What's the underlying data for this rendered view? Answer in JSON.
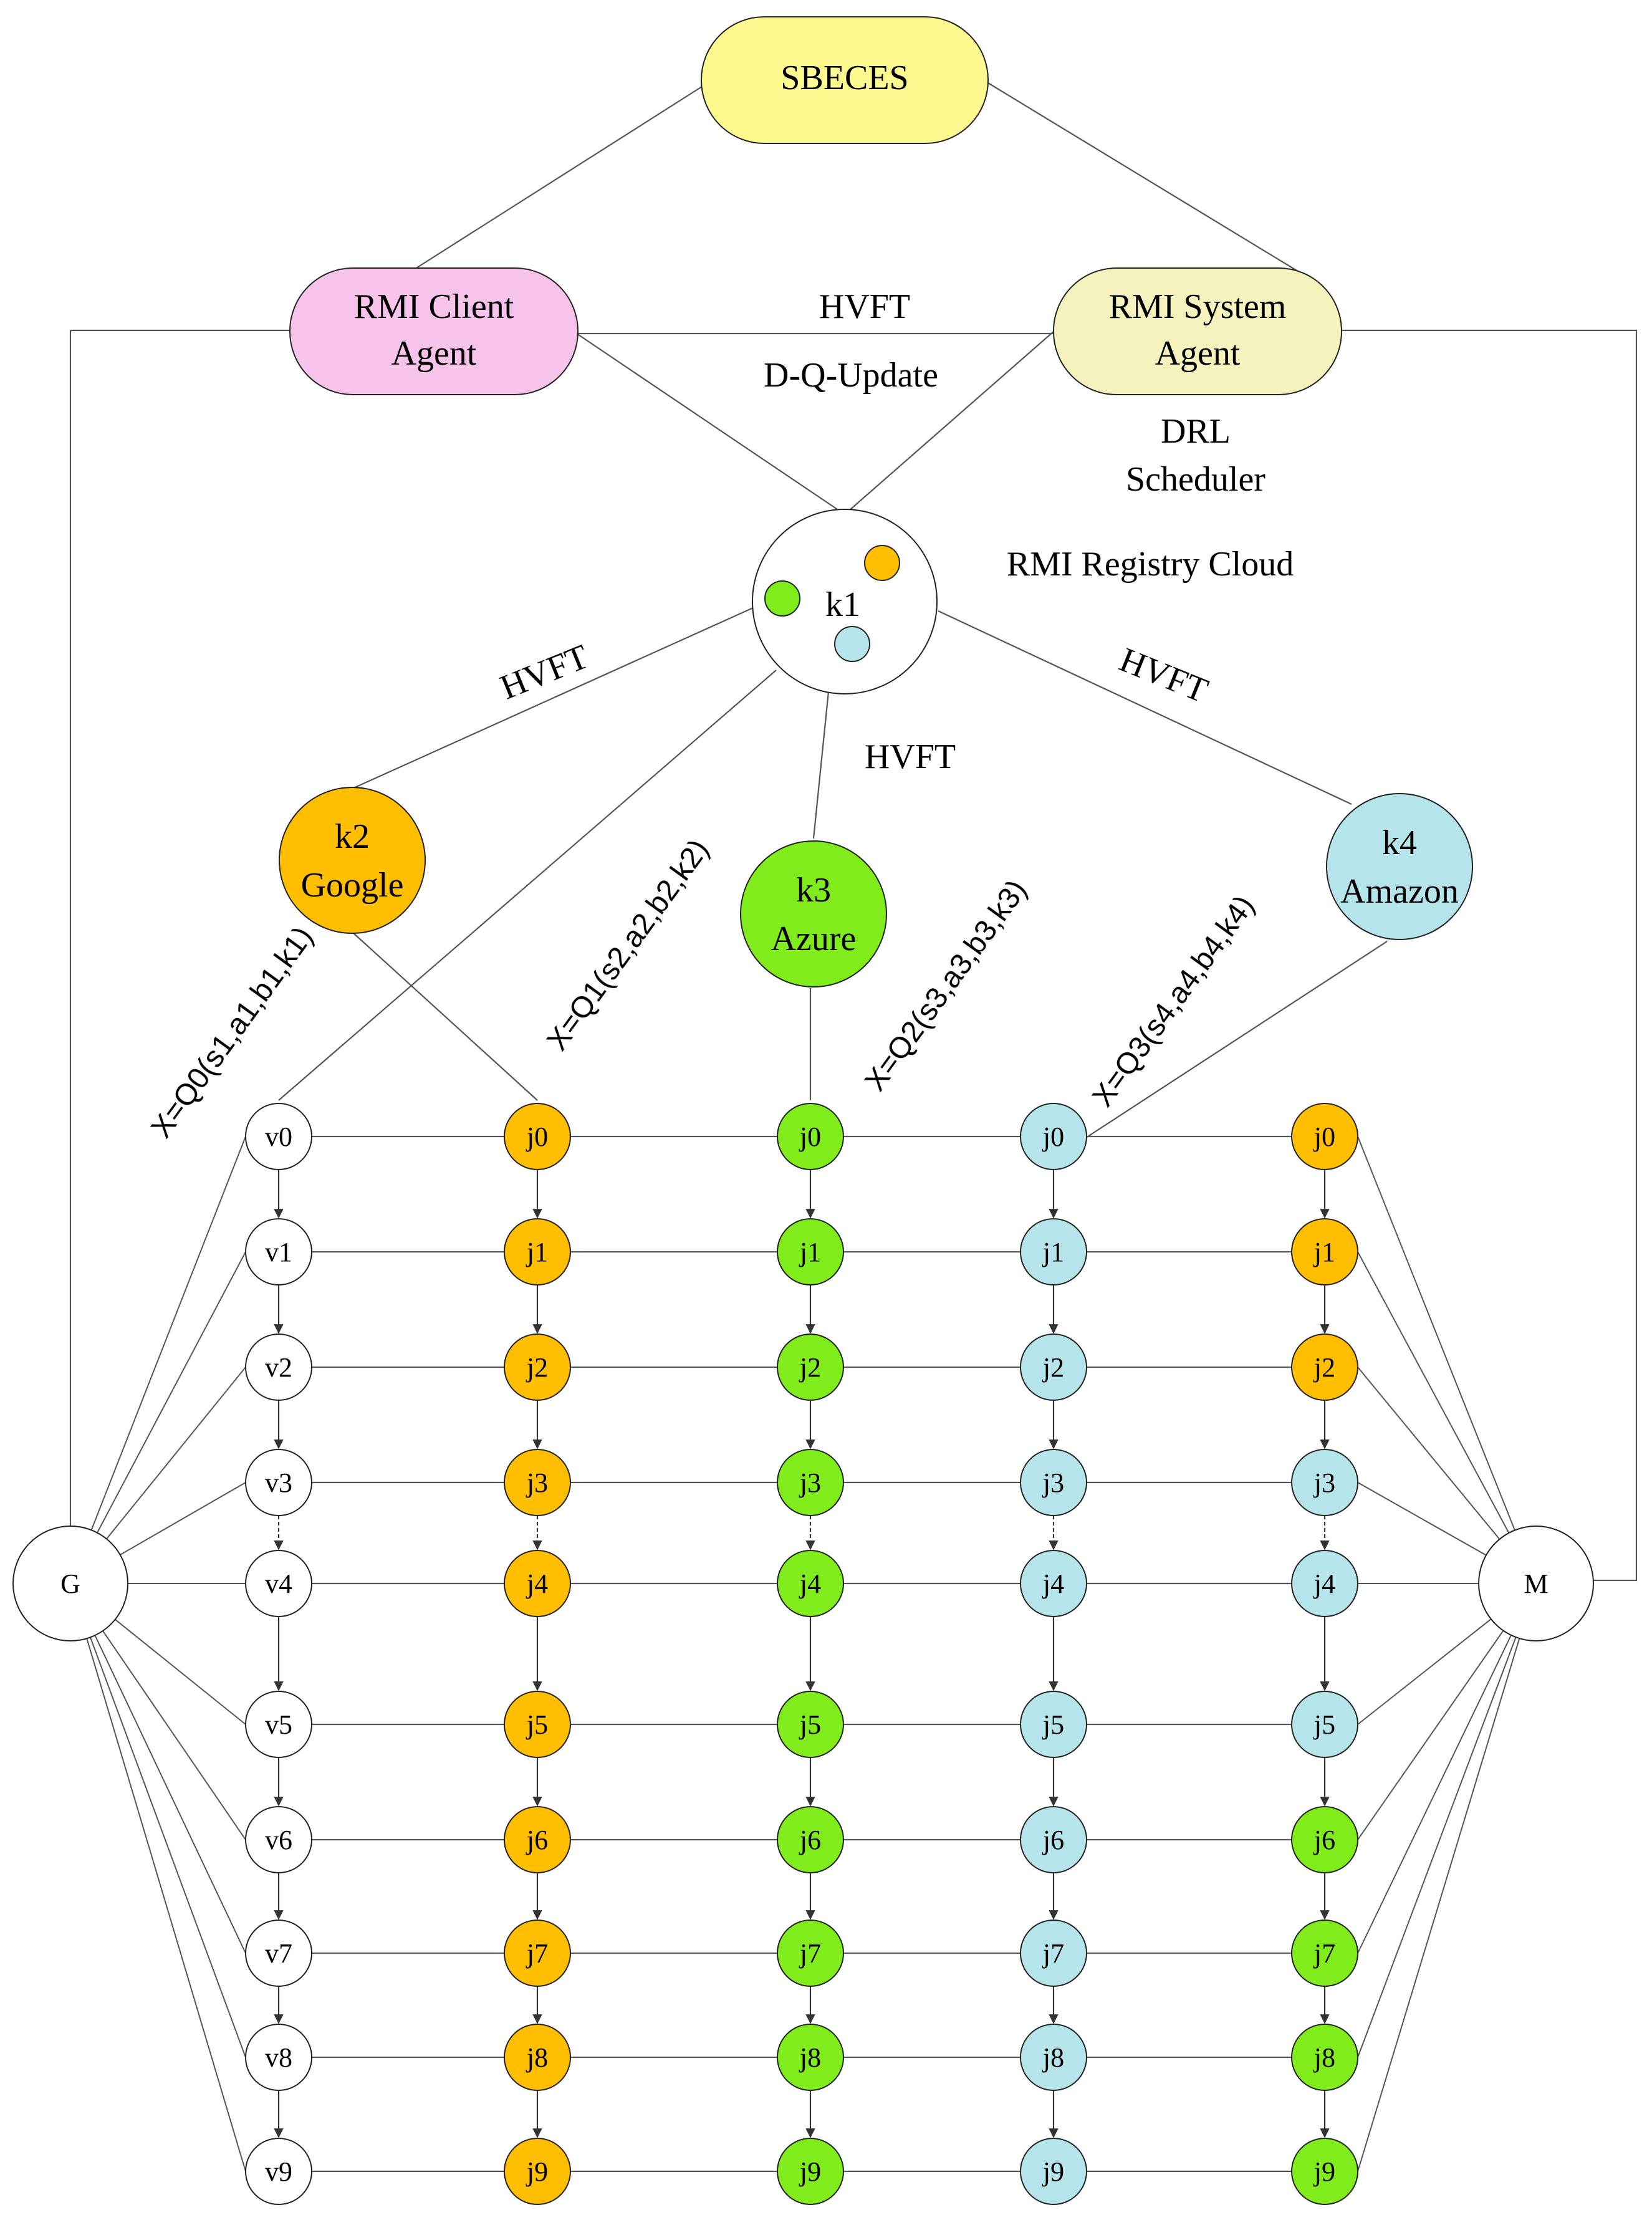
{
  "top": {
    "sbeces_label": "SBECES"
  },
  "agents": {
    "client_line1": "RMI Client",
    "client_line2": "Agent",
    "system_line1": "RMI System",
    "system_line2": "Agent"
  },
  "labels": {
    "hvft_top": "HVFT",
    "dq_update": "D-Q-Update",
    "drl_line1": "DRL",
    "drl_line2": "Scheduler",
    "registry_cloud": "RMI Registry Cloud",
    "hvft_left": "HVFT",
    "hvft_mid": "HVFT",
    "hvft_right": "HVFT"
  },
  "registry": {
    "label": "k1"
  },
  "clouds": {
    "k2": {
      "id": "k2",
      "name": "Google"
    },
    "k3": {
      "id": "k3",
      "name": "Azure"
    },
    "k4": {
      "id": "k4",
      "name": "Amazon"
    }
  },
  "q_labels": {
    "q0": "X=Q0(s1,a1,b1,k1)",
    "q1": "X=Q1(s2,a2,b2,k2)",
    "q2": "X=Q2(s3,a3,b3,k3)",
    "q3": "X=Q3(s4,a4,b4,k4)"
  },
  "endpoints": {
    "G": "G",
    "M": "M"
  },
  "columns": [
    {
      "name": "v",
      "labels": [
        "v0",
        "v1",
        "v2",
        "v3",
        "v4",
        "v5",
        "v6",
        "v7",
        "v8",
        "v9"
      ],
      "fills": [
        "white",
        "white",
        "white",
        "white",
        "white",
        "white",
        "white",
        "white",
        "white",
        "white"
      ]
    },
    {
      "name": "j-google",
      "labels": [
        "j0",
        "j1",
        "j2",
        "j3",
        "j4",
        "j5",
        "j6",
        "j7",
        "j8",
        "j9"
      ],
      "fills": [
        "orange",
        "orange",
        "orange",
        "orange",
        "orange",
        "orange",
        "orange",
        "orange",
        "orange",
        "orange"
      ]
    },
    {
      "name": "j-azure",
      "labels": [
        "j0",
        "j1",
        "j2",
        "j3",
        "j4",
        "j5",
        "j6",
        "j7",
        "j8",
        "j9"
      ],
      "fills": [
        "green",
        "green",
        "green",
        "green",
        "green",
        "green",
        "green",
        "green",
        "green",
        "green"
      ]
    },
    {
      "name": "j-amazon",
      "labels": [
        "j0",
        "j1",
        "j2",
        "j3",
        "j4",
        "j5",
        "j6",
        "j7",
        "j8",
        "j9"
      ],
      "fills": [
        "blue",
        "blue",
        "blue",
        "blue",
        "blue",
        "blue",
        "blue",
        "blue",
        "blue",
        "blue"
      ]
    },
    {
      "name": "j-mixed",
      "labels": [
        "j0",
        "j1",
        "j2",
        "j3",
        "j4",
        "j5",
        "j6",
        "j7",
        "j8",
        "j9"
      ],
      "fills": [
        "orange",
        "orange",
        "orange",
        "blue",
        "blue",
        "blue",
        "green",
        "green",
        "green",
        "green"
      ]
    }
  ],
  "colors": {
    "white": "#ffffff",
    "orange": "#ffbe00",
    "green": "#80ec1c",
    "blue": "#b5e4ea",
    "sbeces": "#fffa8f",
    "client": "#f6c3ea",
    "system": "#f6f2be",
    "line": "#555555",
    "stroke": "#222222"
  }
}
